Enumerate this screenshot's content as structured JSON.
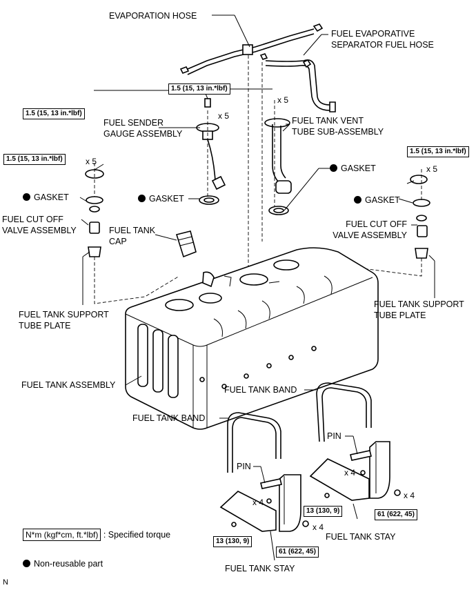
{
  "labels": {
    "evaporation_hose": "EVAPORATION HOSE",
    "fuel_evap_sep_hose_1": "FUEL EVAPORATIVE",
    "fuel_evap_sep_hose_2": "SEPARATOR FUEL HOSE",
    "fuel_sender_1": "FUEL SENDER",
    "fuel_sender_2": "GAUGE ASSEMBLY",
    "vent_tube_1": "FUEL TANK VENT",
    "vent_tube_2": "TUBE SUB-ASSEMBLY",
    "gasket": "GASKET",
    "fuel_cut_off_1": "FUEL CUT OFF",
    "fuel_cut_off_2": "VALVE ASSEMBLY",
    "fuel_tank_cap_1": "FUEL TANK",
    "fuel_tank_cap_2": "CAP",
    "support_plate_1": "FUEL TANK SUPPORT",
    "support_plate_2": "TUBE PLATE",
    "tank_assembly": "FUEL TANK ASSEMBLY",
    "tank_band": "FUEL TANK BAND",
    "pin": "PIN",
    "tank_stay": "FUEL TANK STAY"
  },
  "torques": {
    "small": "1.5 (15, 13 in.*lbf)",
    "stay_bolt": "13 (130, 9)",
    "band_bolt": "61 (622, 45)"
  },
  "quantities": {
    "x5": "x 5",
    "x4": "x 4"
  },
  "legend": {
    "torque_unit": "N*m (kgf*cm, ft.*lbf)",
    "torque_desc": ": Specified torque",
    "non_reusable": "Non-reusable part"
  },
  "figure_code": "N"
}
